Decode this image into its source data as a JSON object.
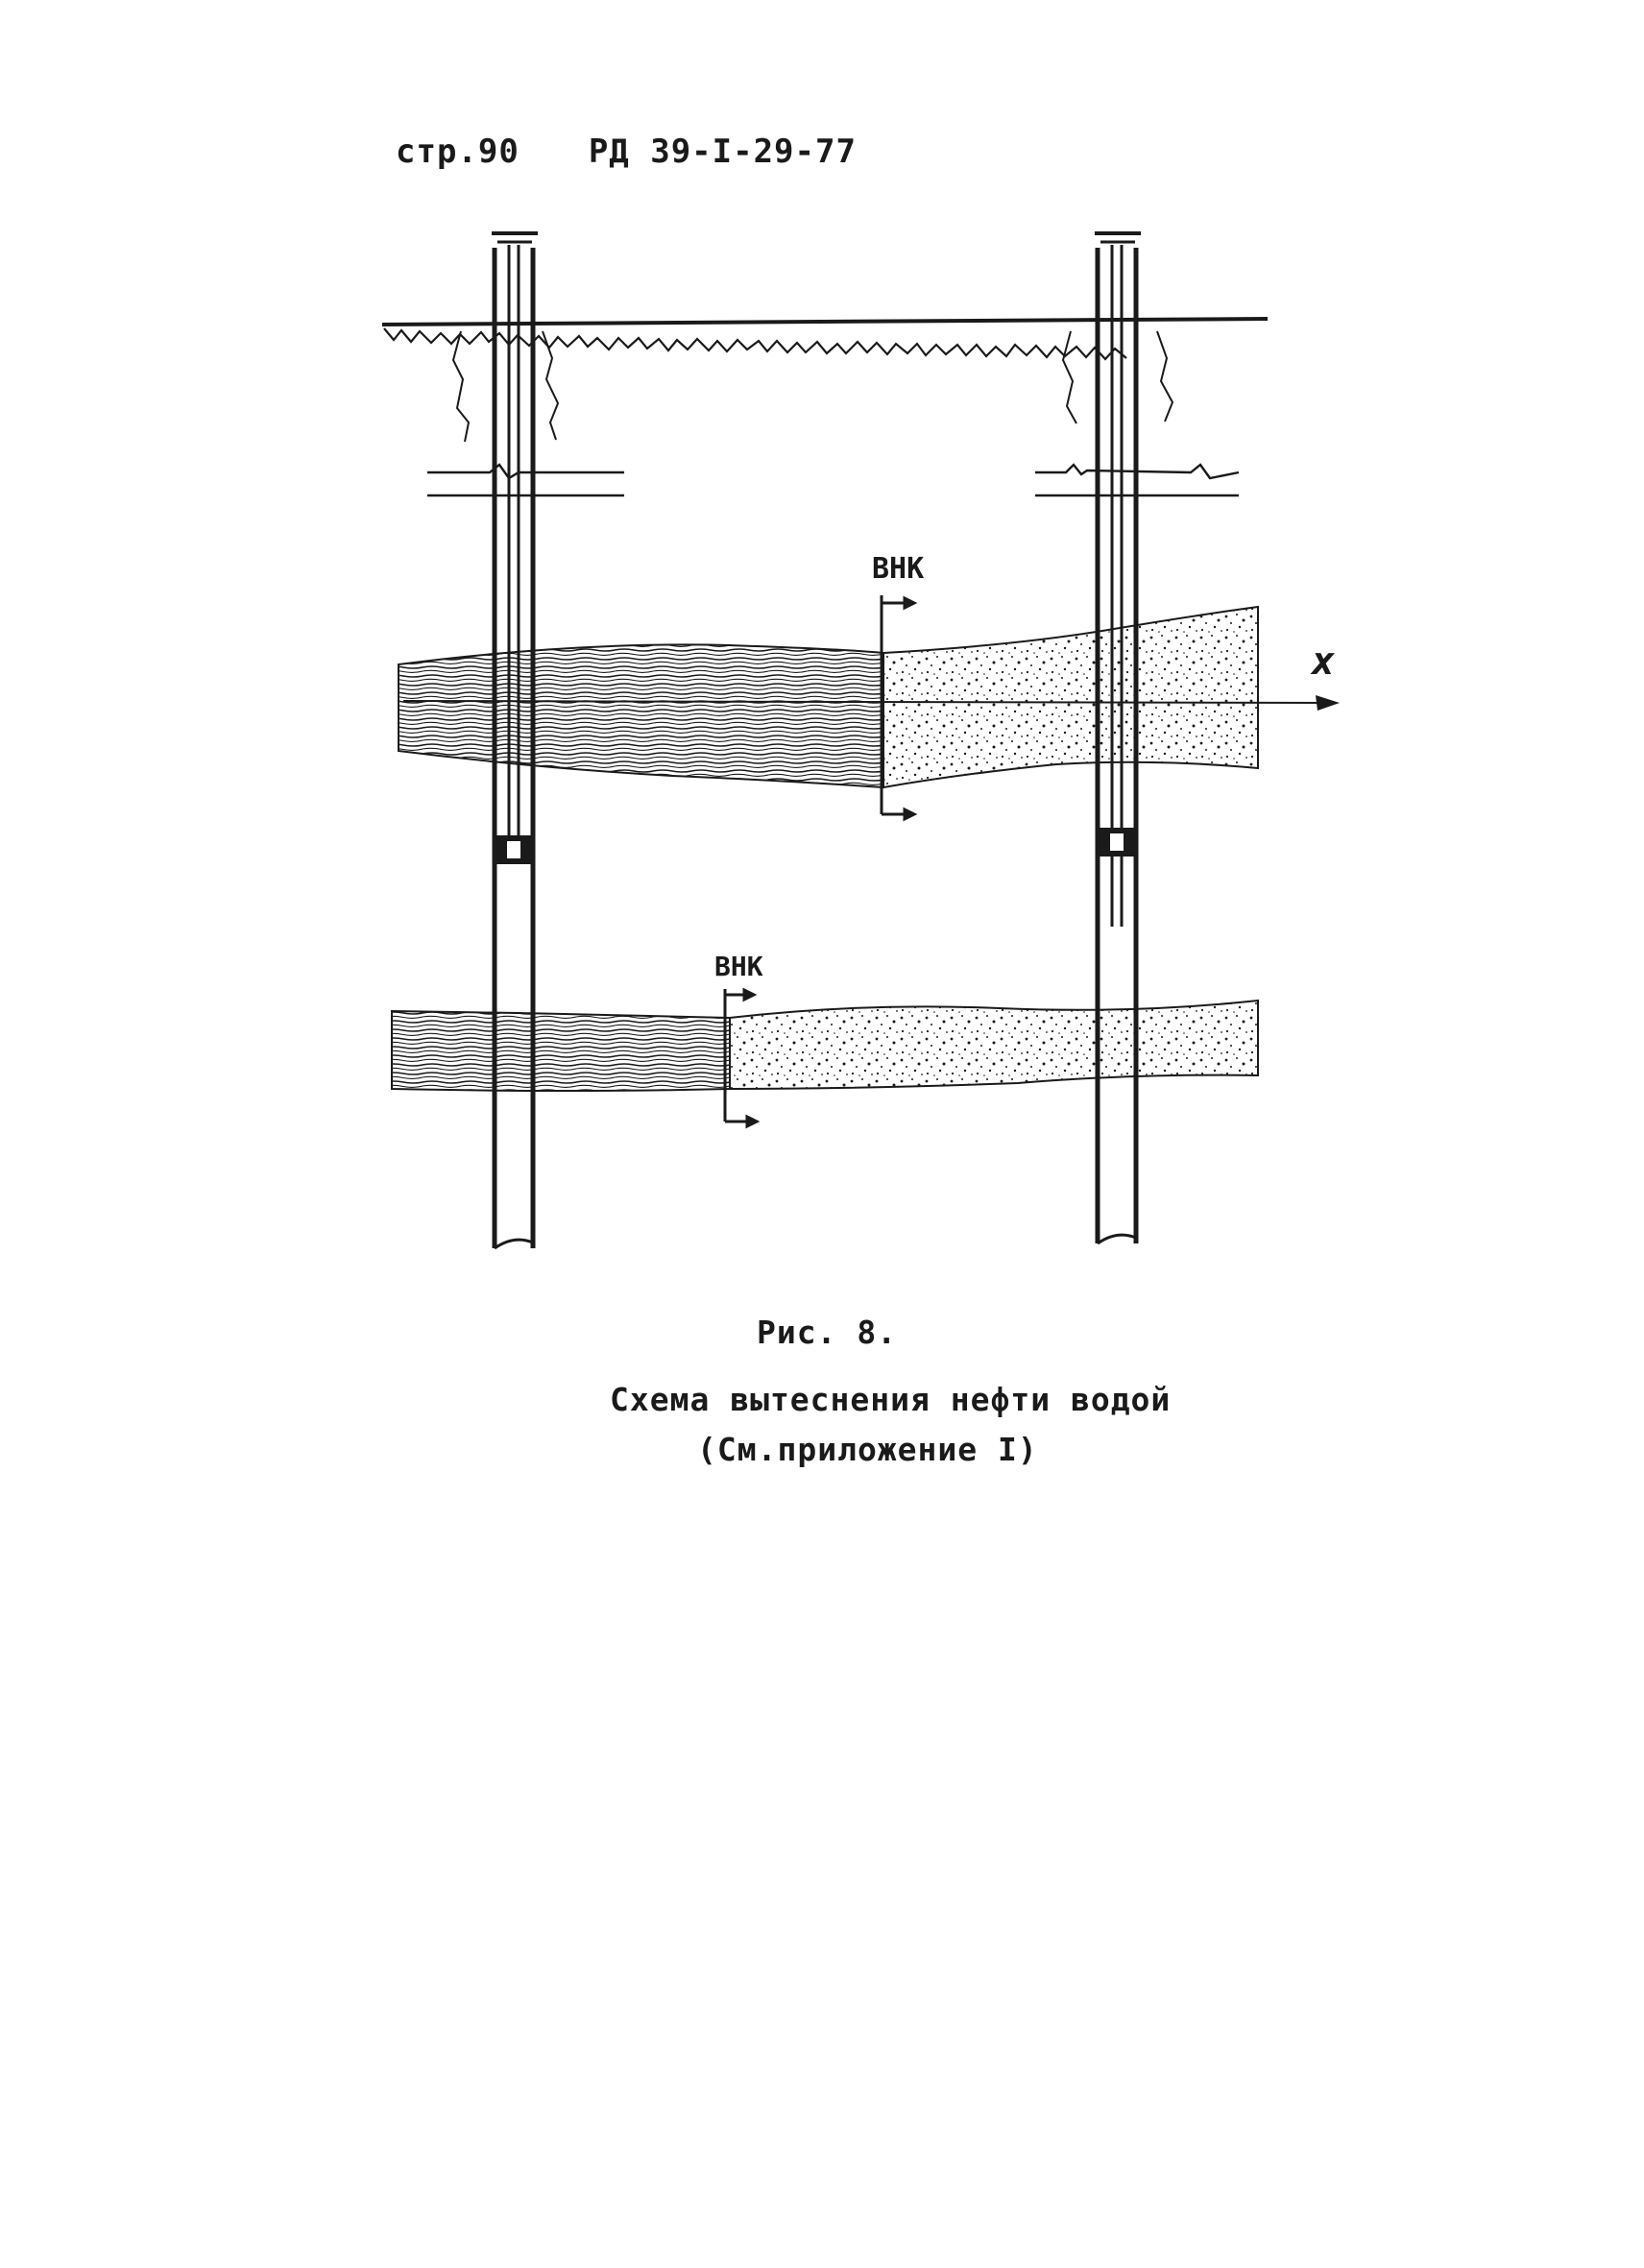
{
  "header": {
    "page_label": "стр.90",
    "doc_code": "РД 39-I-29-77"
  },
  "figure": {
    "label_upper_contact": "ВНК",
    "label_lower_contact": "ВНК",
    "axis_label": "x"
  },
  "caption": {
    "number": "Рис. 8.",
    "title": "Схема вытеснения нефти водой",
    "subtitle": "(См.приложение I)"
  },
  "colors": {
    "ink": "#1a1a1a",
    "paper": "#ffffff"
  }
}
